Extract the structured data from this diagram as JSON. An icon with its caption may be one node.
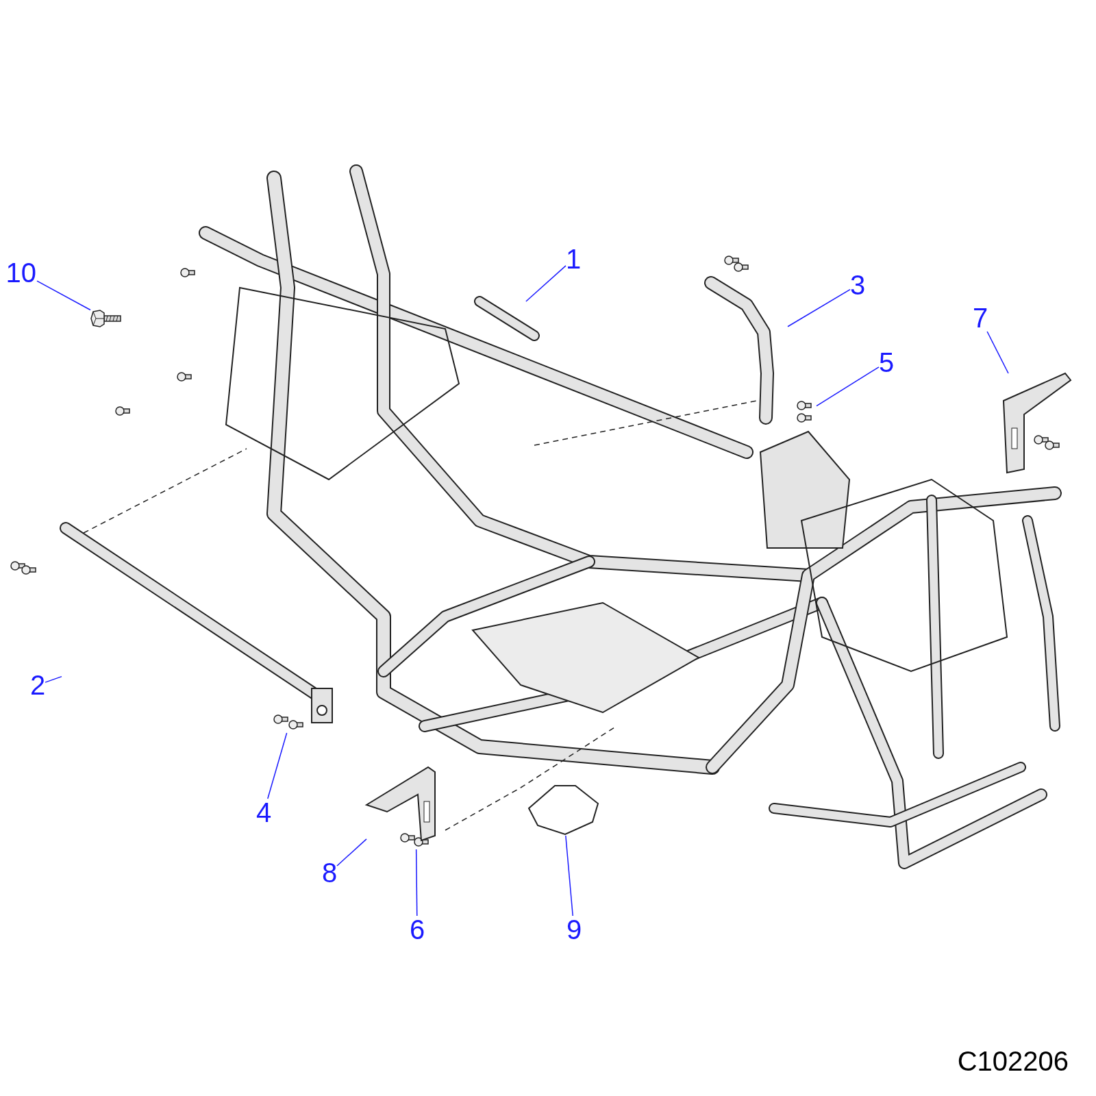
{
  "diagram": {
    "nodes": [
      {
        "text": [
          "1"
        ]
      },
      {
        "text": [
          "2"
        ]
      },
      {
        "text": [
          "3"
        ]
      },
      {
        "text": [
          "4"
        ]
      },
      {
        "text": [
          "5"
        ]
      },
      {
        "text": [
          "6"
        ]
      },
      {
        "text": [
          "7"
        ]
      },
      {
        "text": [
          "8"
        ]
      },
      {
        "text": [
          "9"
        ]
      },
      {
        "text": [
          "10"
        ]
      },
      {
        "text": [],
        "shape": "picture"
      },
      {
        "text": [],
        "shape": "picture"
      },
      {
        "text": [],
        "shape": "picture"
      },
      {
        "text": [],
        "shape": "picture"
      },
      {
        "text": [],
        "shape": "picture"
      },
      {
        "text": [],
        "shape": "picture"
      },
      {
        "text": [],
        "shape": "picture"
      },
      {
        "text": [],
        "shape": "picture"
      },
      {
        "text": [],
        "shape": "picture"
      },
      {
        "text": [],
        "shape": "picture"
      }
    ],
    "edges": [
      {
        "from": 0,
        "to": 10,
        "arrow": "none"
      },
      {
        "from": 1,
        "to": 11,
        "arrow": "none"
      },
      {
        "from": 2,
        "to": 12,
        "arrow": "none"
      },
      {
        "from": 3,
        "to": 13,
        "arrow": "none"
      },
      {
        "from": 4,
        "to": 14,
        "arrow": "none"
      },
      {
        "from": 5,
        "to": 15,
        "arrow": "none"
      },
      {
        "from": 6,
        "to": 16,
        "arrow": "none"
      },
      {
        "from": 7,
        "to": 17,
        "arrow": "none"
      },
      {
        "from": 8,
        "to": 18,
        "arrow": "none"
      },
      {
        "from": 9,
        "to": 19,
        "arrow": "none"
      }
    ],
    "labels": [
      "C102206"
    ]
  }
}
